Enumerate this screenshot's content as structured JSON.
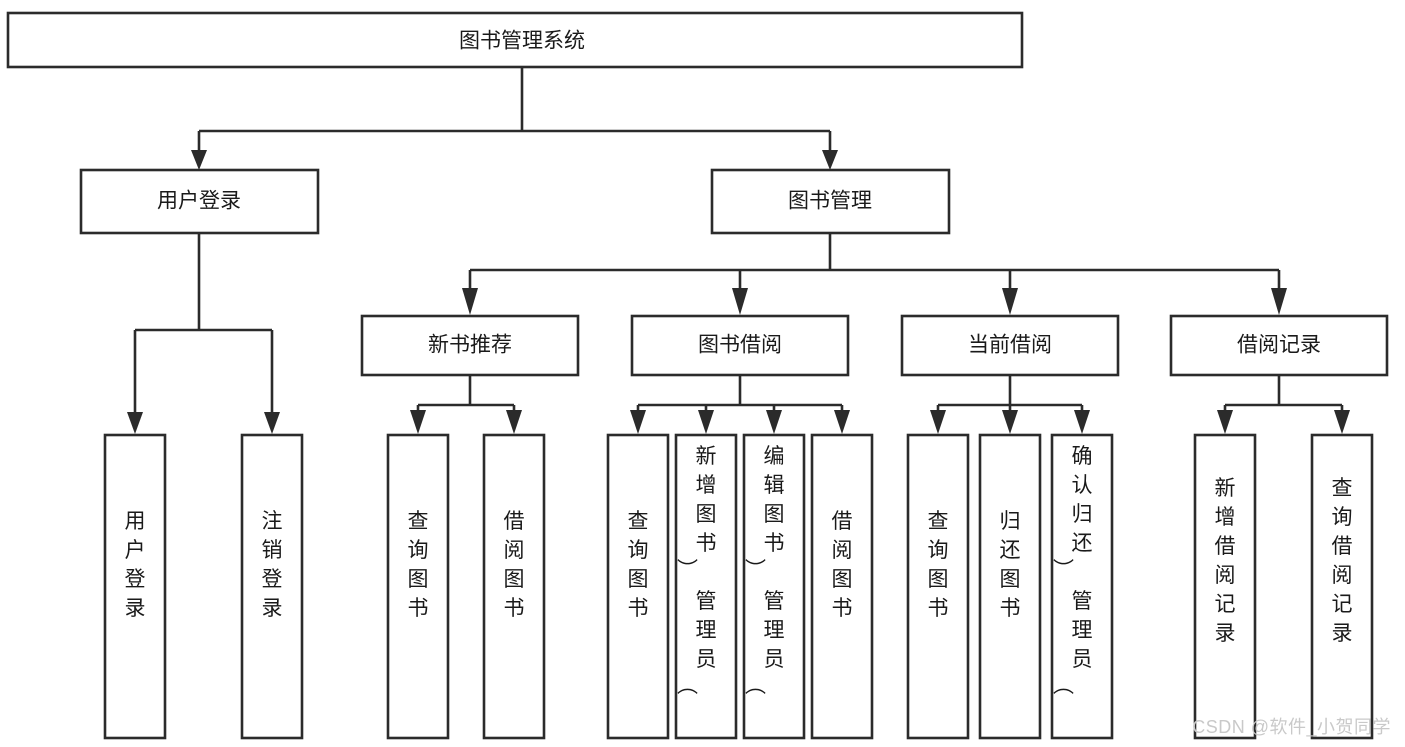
{
  "diagram": {
    "title": "图书管理系统",
    "type": "tree",
    "watermark": "CSDN @软件_小贺同学",
    "colors": {
      "stroke": "#2b2b2b",
      "fill": "#ffffff",
      "text": "#1a1a1a",
      "watermark": "#c9c9c9"
    },
    "levels": {
      "root": {
        "label": "图书管理系统"
      },
      "level1": [
        {
          "label": "用户登录"
        },
        {
          "label": "图书管理"
        }
      ],
      "level2": [
        {
          "label": "新书推荐"
        },
        {
          "label": "图书借阅"
        },
        {
          "label": "当前借阅"
        },
        {
          "label": "借阅记录"
        }
      ],
      "leaves_user_login": [
        {
          "label": "用户登录"
        },
        {
          "label": "注销登录"
        }
      ],
      "leaves_new_book": [
        {
          "label": "查询图书"
        },
        {
          "label": "借阅图书"
        }
      ],
      "leaves_borrow": [
        {
          "label": "查询图书"
        },
        {
          "label": "新增图书（管理员）"
        },
        {
          "label": "编辑图书（管理员）"
        },
        {
          "label": "借阅图书"
        }
      ],
      "leaves_current": [
        {
          "label": "查询图书"
        },
        {
          "label": "归还图书"
        },
        {
          "label": "确认归还（管理员）"
        }
      ],
      "leaves_records": [
        {
          "label": "新增借阅记录"
        },
        {
          "label": "查询借阅记录"
        }
      ]
    }
  }
}
